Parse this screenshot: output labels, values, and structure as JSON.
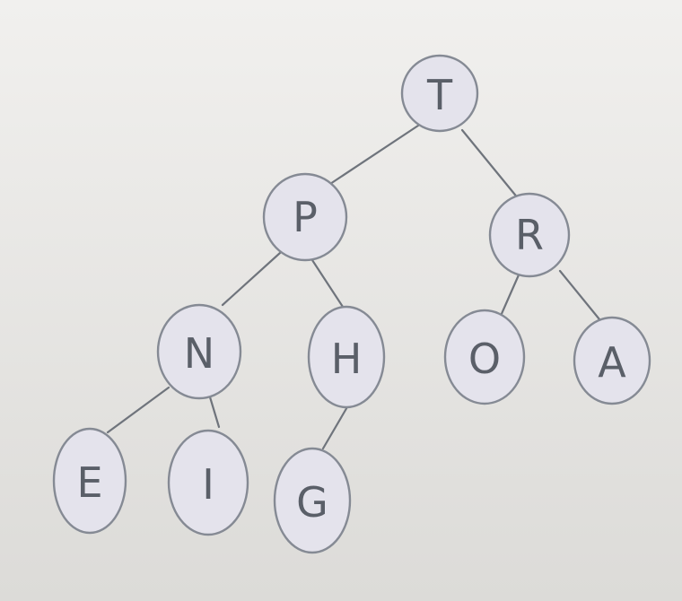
{
  "tree": {
    "root": "T",
    "nodes": [
      {
        "id": "T",
        "label": "T",
        "children": [
          "P",
          "R"
        ]
      },
      {
        "id": "P",
        "label": "P",
        "children": [
          "N",
          "H"
        ]
      },
      {
        "id": "R",
        "label": "R",
        "children": [
          "O",
          "A"
        ]
      },
      {
        "id": "N",
        "label": "N",
        "children": [
          "E",
          "I"
        ]
      },
      {
        "id": "H",
        "label": "H",
        "children": [
          "G"
        ]
      },
      {
        "id": "O",
        "label": "O",
        "children": []
      },
      {
        "id": "A",
        "label": "A",
        "children": []
      },
      {
        "id": "E",
        "label": "E",
        "children": []
      },
      {
        "id": "I",
        "label": "I",
        "children": []
      },
      {
        "id": "G",
        "label": "G",
        "children": []
      }
    ]
  },
  "colors": {
    "board": "#e9e8e5",
    "ink": "#5a5f68",
    "circle_fill": "#e4e3ec",
    "circle_stroke": "#858a94"
  }
}
